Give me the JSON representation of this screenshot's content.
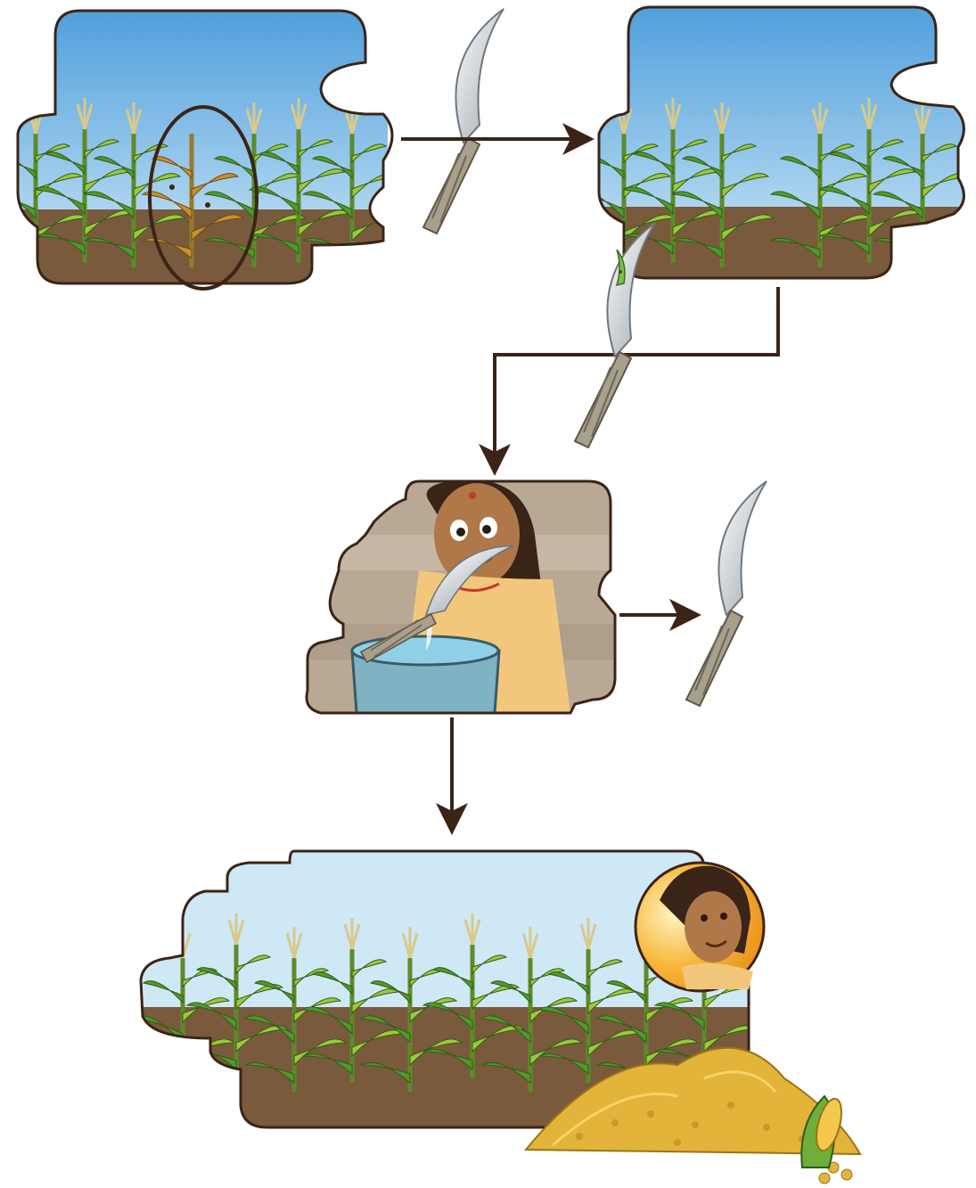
{
  "palette": {
    "sky_top": "#4f9fdc",
    "sky_bottom": "#cfe8f6",
    "soil": "#7a5a3c",
    "soil_dark": "#5b4028",
    "leaf": "#4f9a2a",
    "leaf_light": "#9cc83a",
    "leaf_diseased": "#c9902e",
    "tassel": "#d9c98a",
    "outline": "#3b2417",
    "arrow": "#3b2417",
    "blade": "#dfe3e7",
    "handle": "#a89f8c",
    "skin": "#b07848",
    "hair": "#3a2418",
    "blouse": "#f3c77b",
    "water": "#8fd0e8",
    "bucket": "#7fb3c4",
    "grain": "#e2b43a",
    "sun": "#f4a223",
    "backdrop": "#b9a994"
  },
  "panels": [
    {
      "id": "infected-field",
      "icon": "infected-maize-field-icon"
    },
    {
      "id": "cleared-field",
      "icon": "cleared-maize-field-icon"
    },
    {
      "id": "disinfect-tool",
      "icon": "woman-disinfecting-sickle-icon"
    },
    {
      "id": "healthy-harvest",
      "icon": "healthy-field-and-harvest-icon"
    }
  ],
  "tools": [
    {
      "id": "sickle-clean-1",
      "icon": "sickle-icon"
    },
    {
      "id": "sickle-infected",
      "icon": "sickle-with-infected-plant-icon"
    },
    {
      "id": "sickle-clean-2",
      "icon": "sickle-icon"
    }
  ],
  "steps": [
    {
      "from": "infected-field",
      "to": "cleared-field"
    },
    {
      "from": "cleared-field",
      "to": "disinfect-tool"
    },
    {
      "from": "disinfect-tool",
      "to": "sickle-clean-2"
    },
    {
      "from": "disinfect-tool",
      "to": "healthy-harvest"
    }
  ]
}
